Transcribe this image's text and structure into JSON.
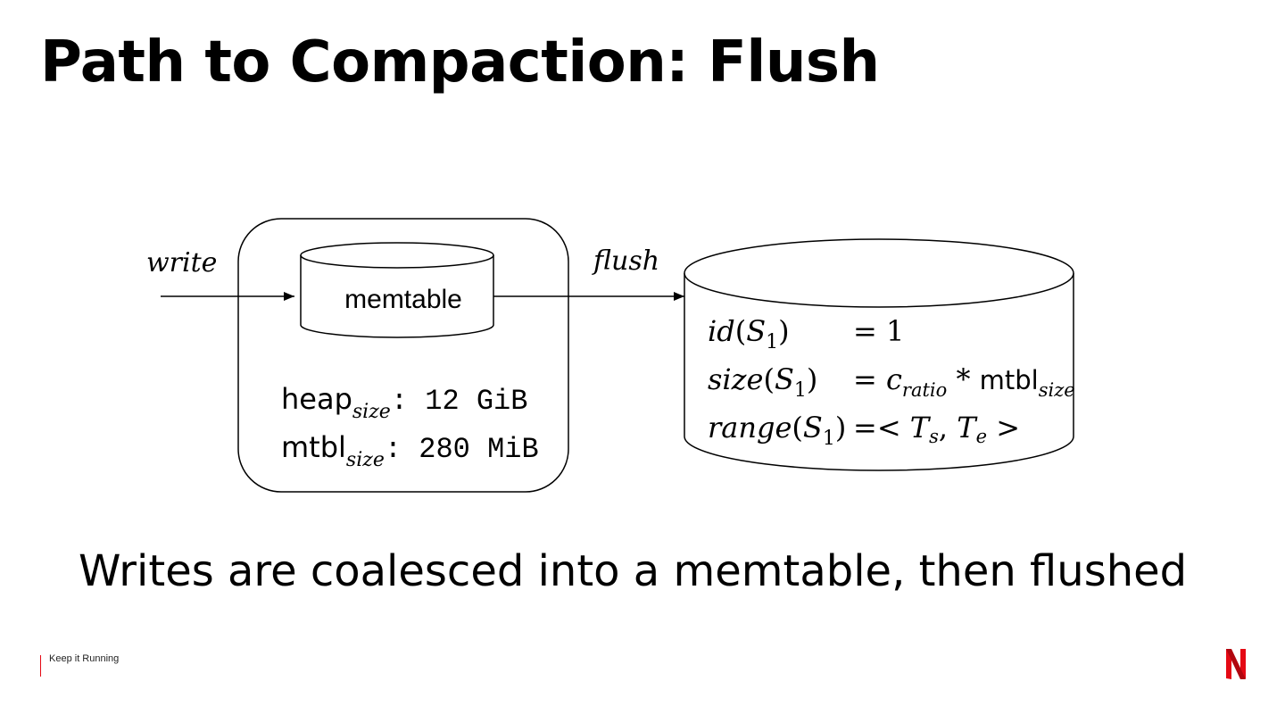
{
  "title": "Path to Compaction: Flush",
  "diagram": {
    "write_label": "write",
    "flush_label": "flush",
    "memtable_label": "memtable",
    "heap": {
      "name": "heap",
      "sub": "size",
      "value": ": 12 GiB"
    },
    "mtbl": {
      "name": "mtbl",
      "sub": "size",
      "value": ": 280 MiB"
    },
    "sstable": {
      "id": {
        "fn": "id",
        "arg": "S",
        "arg_sub": "1",
        "eq": "= 1"
      },
      "size": {
        "fn": "size",
        "arg": "S",
        "arg_sub": "1",
        "eq": "= ",
        "c": "c",
        "c_sub": "ratio",
        "op": " * ",
        "m": "mtbl",
        "m_sub": "size"
      },
      "range": {
        "fn": "range",
        "arg": "S",
        "arg_sub": "1",
        "eq": "=< ",
        "ts": "T",
        "ts_sub": "s",
        "comma": ", ",
        "te": "T",
        "te_sub": "e",
        "close": " >"
      }
    }
  },
  "caption": "Writes are coalesced into a memtable, then flushed",
  "footer": {
    "text": "Keep it Running"
  },
  "colors": {
    "accent": "#e50914"
  }
}
